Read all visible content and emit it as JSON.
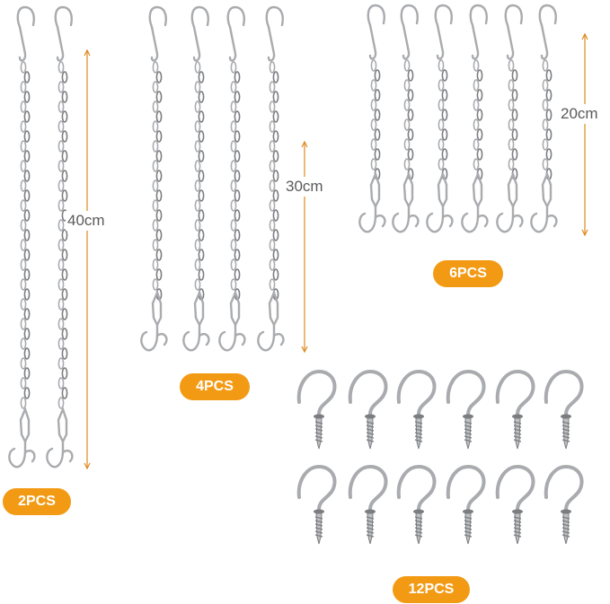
{
  "colors": {
    "accent": "#f39a14",
    "metal": "#a9abae",
    "metal_dark": "#7b7d80",
    "dimension_line": "#e08a20",
    "label_text": "#5a5a5a"
  },
  "groups": [
    {
      "chain_length_label": "40cm",
      "quantity_label": "2PCS",
      "chain_count": 2
    },
    {
      "chain_length_label": "30cm",
      "quantity_label": "4PCS",
      "chain_count": 4
    },
    {
      "chain_length_label": "20cm",
      "quantity_label": "6PCS",
      "chain_count": 6
    }
  ],
  "cup_hooks": {
    "quantity_label": "12PCS",
    "count": 12
  }
}
